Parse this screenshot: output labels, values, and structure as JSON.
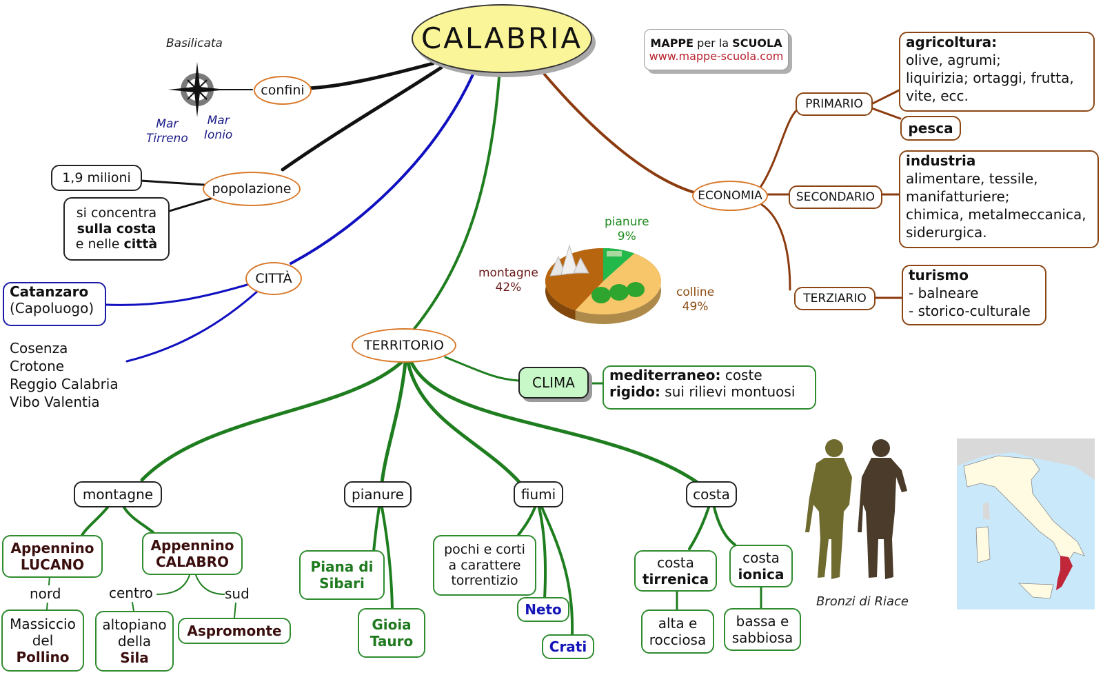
{
  "title": "CALABRIA",
  "watermark": {
    "line1_bold1": "MAPPE",
    "line1_mid": " per la ",
    "line1_bold2": "SCUOLA",
    "url": "www.mappe-scuola.com"
  },
  "colors": {
    "title_fill": "#fbf59a",
    "ellipse_border": "#d97a2b",
    "green_link": "#1e7d1e",
    "blue_link": "#1010c0",
    "brown_link": "#8b3a0e",
    "black_link": "#111111",
    "clima_fill": "#c8f7c8",
    "calabria_red": "#c0283a",
    "sea": "#c9e9fb",
    "land": "#fffbe3"
  },
  "confini": {
    "label": "confini",
    "north": "Basilicata",
    "west": [
      "Mar",
      "Tirreno"
    ],
    "east": [
      "Mar",
      "Ionio"
    ],
    "icon": "compass-rose-icon"
  },
  "popolazione": {
    "label": "popolazione",
    "count": "1,9 milioni",
    "distribution": {
      "l1": "si concentra",
      "l2": "sulla costa",
      "l3a": "e nelle ",
      "l3b": "città"
    }
  },
  "citta": {
    "label": "CITTÀ",
    "capital": {
      "name": "Catanzaro",
      "note": "(Capoluogo)"
    },
    "others": [
      "Cosenza",
      "Crotone",
      "Reggio Calabria",
      "Vibo Valentia"
    ]
  },
  "territorio": {
    "label": "TERRITORIO",
    "clima": {
      "label": "CLIMA",
      "l1_bold": "mediterraneo:",
      "l1_rest": " coste",
      "l2_bold": "rigido:",
      "l2_rest": " sui rilievi montuosi"
    },
    "montagne": {
      "label": "montagne",
      "lucano": {
        "l1": "Appennino",
        "l2": "LUCANO",
        "link": "nord",
        "child": {
          "l1": "Massiccio",
          "l2": "del",
          "l3": "Pollino"
        }
      },
      "calabro": {
        "l1": "Appennino",
        "l2": "CALABRO",
        "centro": {
          "link": "centro",
          "l1": "altopiano",
          "l2": "della",
          "l3": "Sila"
        },
        "sud": {
          "link": "sud",
          "name": "Aspromonte"
        }
      }
    },
    "pianure": {
      "label": "pianure",
      "items": [
        {
          "l1": "Piana di",
          "l2": "Sibari"
        },
        {
          "l1": "Gioia",
          "l2": "Tauro"
        }
      ]
    },
    "fiumi": {
      "label": "fiumi",
      "desc": [
        "pochi e corti",
        "a carattere",
        "torrentizio"
      ],
      "rivers": [
        "Neto",
        "Crati"
      ]
    },
    "costa": {
      "label": "costa",
      "tirrenica": {
        "l1": "costa",
        "l2": "tirrenica",
        "desc": [
          "alta e",
          "rocciosa"
        ]
      },
      "ionica": {
        "l1": "costa",
        "l2": "ionica",
        "desc": [
          "bassa e",
          "sabbiosa"
        ]
      }
    }
  },
  "economia": {
    "label": "ECONOMIA",
    "primario": {
      "label": "PRIMARIO",
      "agri_title": "agricoltura:",
      "agri_lines": [
        "olive, agrumi;",
        "liquirizia; ortaggi, frutta,",
        "vite, ecc."
      ],
      "pesca": "pesca"
    },
    "secondario": {
      "label": "SECONDARIO",
      "title": "industria",
      "lines": [
        "alimentare, tessile,",
        "manifatturiere;",
        "chimica, metalmeccanica,",
        "siderurgica."
      ]
    },
    "terziario": {
      "label": "TERZIARIO",
      "title": "turismo",
      "lines": [
        "- balneare",
        "- storico-culturale"
      ]
    }
  },
  "chart_data": {
    "type": "pie",
    "title": "",
    "categories": [
      "montagne",
      "colline",
      "pianure"
    ],
    "values": [
      42,
      49,
      9
    ],
    "labels": [
      "montagne 42%",
      "colline 49%",
      "pianure 9%"
    ],
    "colors": [
      "#b8650f",
      "#f7c56a",
      "#22b84a"
    ]
  },
  "images": {
    "bronzi_caption": "Bronzi di Riace",
    "map_alt": "Italy map with Calabria highlighted"
  }
}
